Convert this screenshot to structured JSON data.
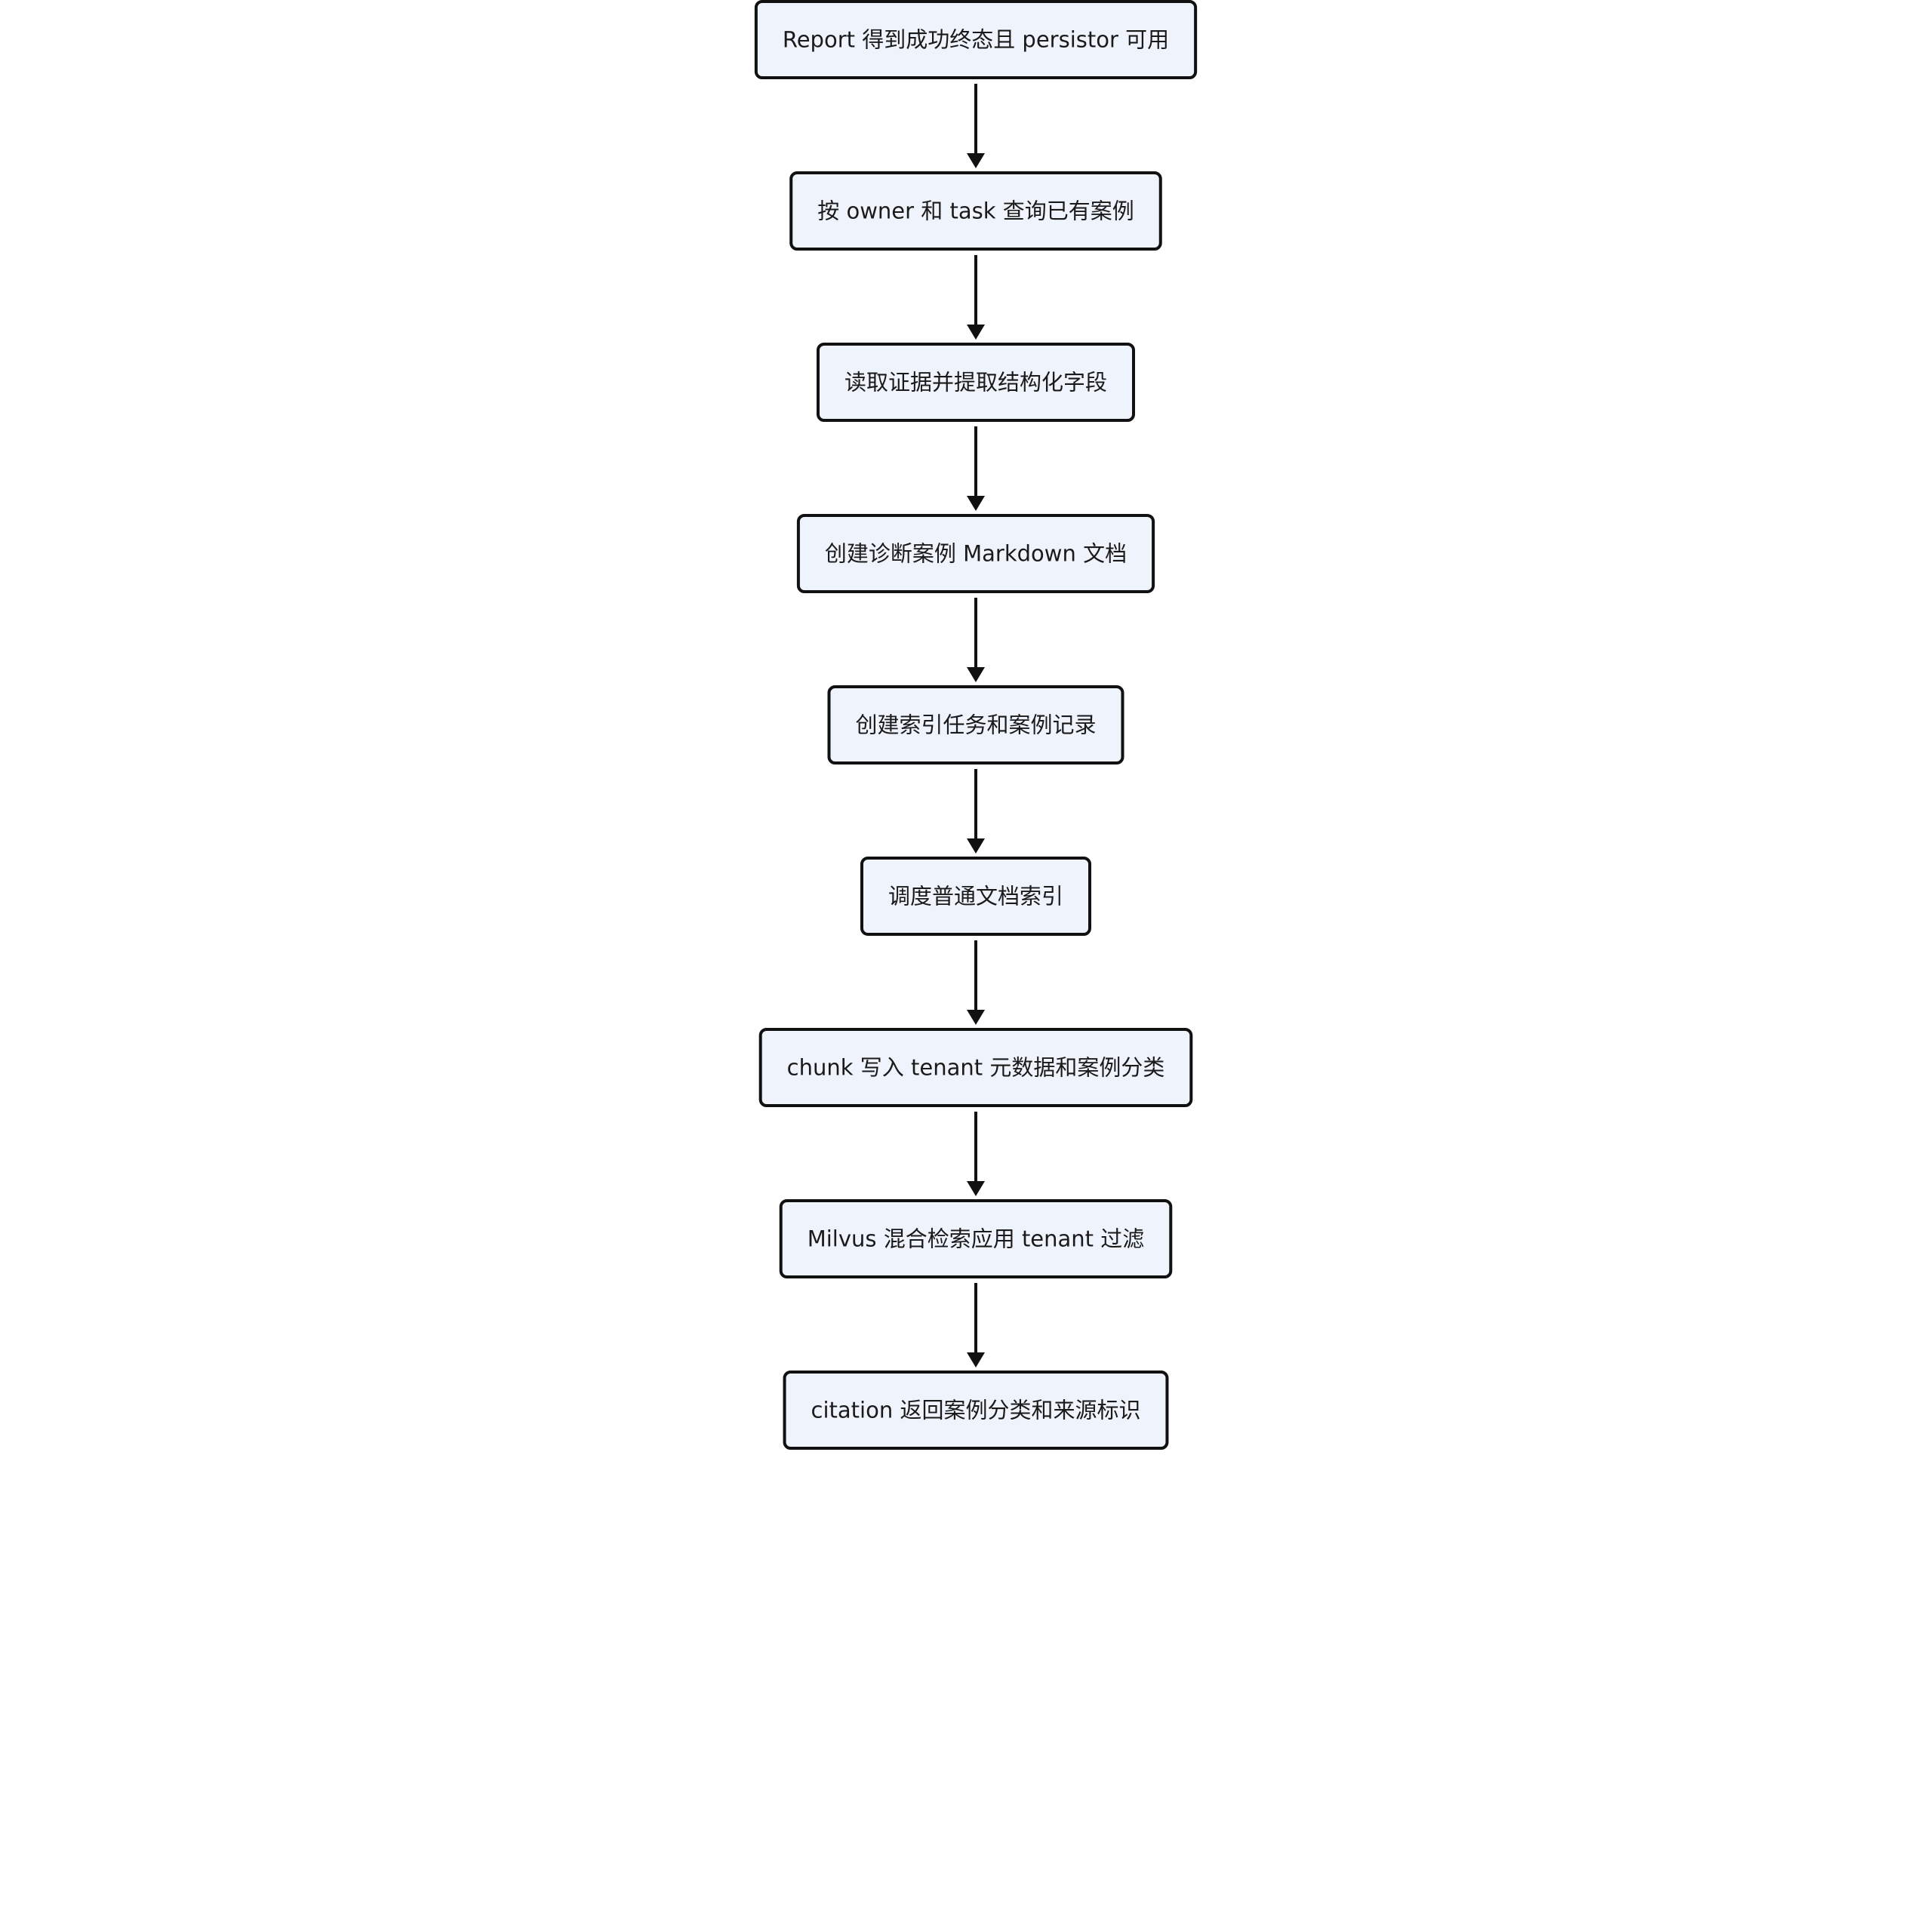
{
  "diagram": {
    "type": "flowchart",
    "direction": "top-to-bottom",
    "colors": {
      "node_fill": "#eef3fc",
      "node_stroke": "#111111",
      "text": "#1a1a1a",
      "edge": "#111111"
    },
    "nodes": [
      {
        "id": "n1",
        "label": "Report 得到成功终态且 persistor 可用"
      },
      {
        "id": "n2",
        "label": "按 owner 和 task 查询已有案例"
      },
      {
        "id": "n3",
        "label": "读取证据并提取结构化字段"
      },
      {
        "id": "n4",
        "label": "创建诊断案例 Markdown 文档"
      },
      {
        "id": "n5",
        "label": "创建索引任务和案例记录"
      },
      {
        "id": "n6",
        "label": "调度普通文档索引"
      },
      {
        "id": "n7",
        "label": "chunk 写入 tenant 元数据和案例分类"
      },
      {
        "id": "n8",
        "label": "Milvus 混合检索应用 tenant 过滤"
      },
      {
        "id": "n9",
        "label": "citation 返回案例分类和来源标识"
      }
    ],
    "edges": [
      {
        "from": "n1",
        "to": "n2"
      },
      {
        "from": "n2",
        "to": "n3"
      },
      {
        "from": "n3",
        "to": "n4"
      },
      {
        "from": "n4",
        "to": "n5"
      },
      {
        "from": "n5",
        "to": "n6"
      },
      {
        "from": "n6",
        "to": "n7"
      },
      {
        "from": "n7",
        "to": "n8"
      },
      {
        "from": "n8",
        "to": "n9"
      }
    ]
  }
}
